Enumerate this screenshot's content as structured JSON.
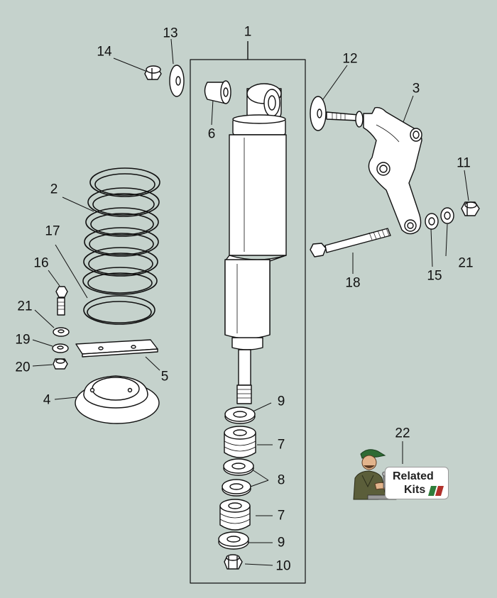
{
  "callouts": [
    {
      "id": "1",
      "text": "1"
    },
    {
      "id": "2",
      "text": "2"
    },
    {
      "id": "3",
      "text": "3"
    },
    {
      "id": "4",
      "text": "4"
    },
    {
      "id": "5",
      "text": "5"
    },
    {
      "id": "6",
      "text": "6"
    },
    {
      "id": "7a",
      "text": "7"
    },
    {
      "id": "7b",
      "text": "7"
    },
    {
      "id": "8",
      "text": "8"
    },
    {
      "id": "9a",
      "text": "9"
    },
    {
      "id": "9b",
      "text": "9"
    },
    {
      "id": "10",
      "text": "10"
    },
    {
      "id": "11",
      "text": "11"
    },
    {
      "id": "12",
      "text": "12"
    },
    {
      "id": "13",
      "text": "13"
    },
    {
      "id": "14",
      "text": "14"
    },
    {
      "id": "15",
      "text": "15"
    },
    {
      "id": "16",
      "text": "16"
    },
    {
      "id": "17",
      "text": "17"
    },
    {
      "id": "18",
      "text": "18"
    },
    {
      "id": "19",
      "text": "19"
    },
    {
      "id": "20",
      "text": "20"
    },
    {
      "id": "21a",
      "text": "21"
    },
    {
      "id": "21b",
      "text": "21"
    },
    {
      "id": "22",
      "text": "22"
    }
  ],
  "related_kits": {
    "line1": "Related",
    "line2": "Kits",
    "icon": "mechanic-icon"
  },
  "colors": {
    "background": "#c5d2cc",
    "part_fill": "#ffffff",
    "outline": "#111111",
    "kits_green": "#2e7d3a",
    "kits_red": "#b0302a"
  }
}
